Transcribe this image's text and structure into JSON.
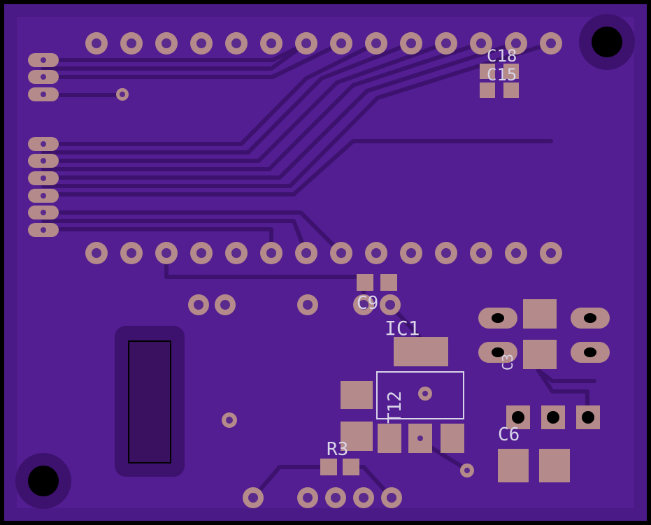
{
  "board": {
    "colors": {
      "background": "#000000",
      "substrate": "#4a1a86",
      "copper_fill": "#521e92",
      "trace": "#3d126e",
      "clearance": "#360e66",
      "pad": "#b48a8a",
      "drill": "#5a2a8c",
      "hole": "#000000",
      "silkscreen": "#d9d4e8"
    },
    "labels": {
      "c18": "C18",
      "c15": "C15",
      "c9": "C9",
      "ic1": "IC1",
      "t12": "T12",
      "r3": "R3",
      "c3": "C3",
      "c6": "C6"
    }
  }
}
